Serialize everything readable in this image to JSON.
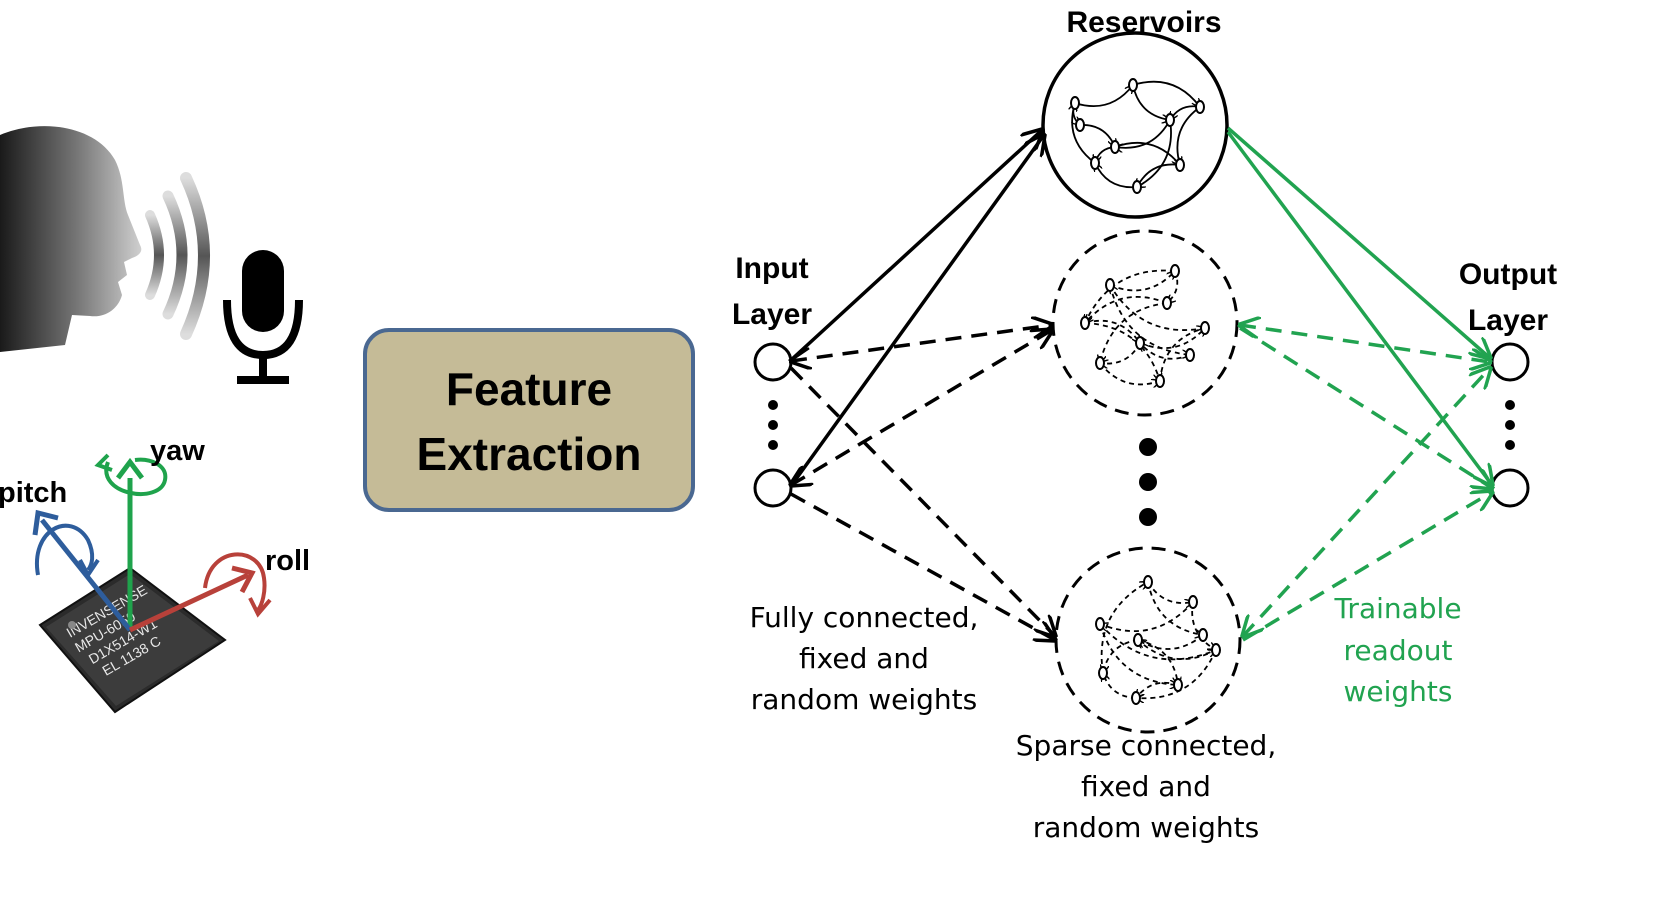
{
  "feature_box": {
    "line1": "Feature",
    "line2": "Extraction"
  },
  "sensor_axes": {
    "yaw": "yaw",
    "pitch": "pitch",
    "roll": "roll"
  },
  "chip": {
    "line1": "INVENSENSE",
    "line2": "MPU-6050",
    "line3": "D1X514-W1",
    "line4": "EL 1138 C"
  },
  "reservoirs_title": "Reservoirs",
  "input_layer": {
    "line1": "Input",
    "line2": "Layer"
  },
  "output_layer": {
    "line1": "Output",
    "line2": "Layer"
  },
  "input_caption": {
    "line1": "Fully connected,",
    "line2": "fixed and",
    "line3": "random weights"
  },
  "reservoir_caption": {
    "line1": "Sparse connected,",
    "line2": "fixed and",
    "line3": "random weights"
  },
  "readout_caption": {
    "line1": "Trainable",
    "line2": "readout",
    "line3": "weights"
  },
  "colors": {
    "box_fill": "#c5bb97",
    "box_border": "#4a6891",
    "readout_green": "#21a350",
    "axis_yaw": "#1fa34c",
    "axis_pitch": "#2e5d9c",
    "axis_roll": "#b8413a",
    "ink": "#000000"
  },
  "icons": [
    "speaking-head-icon",
    "sound-waves-icon",
    "microphone-icon",
    "imu-chip-icon"
  ]
}
